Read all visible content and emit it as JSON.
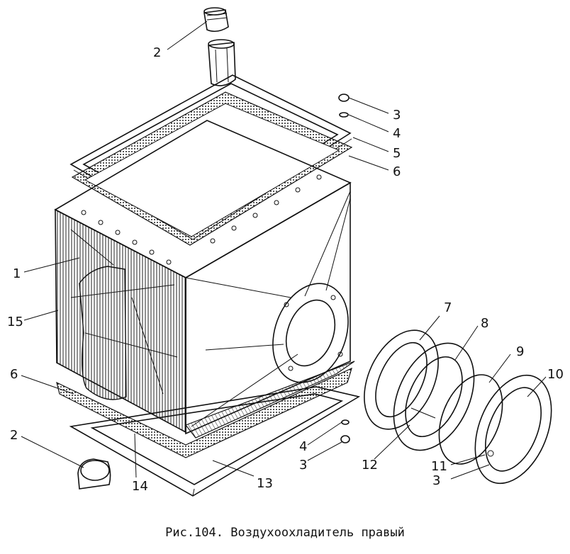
{
  "caption": "Рис.104. Воздухоохладитель правый",
  "callouts": {
    "c1": "1",
    "c2_top": "2",
    "c2_bottom": "2",
    "c3_top": "3",
    "c3_mid": "3",
    "c3_right": "3",
    "c4_top": "4",
    "c4_mid": "4",
    "c5": "5",
    "c6_right": "6",
    "c6_left": "6",
    "c7": "7",
    "c8": "8",
    "c9": "9",
    "c10": "10",
    "c11": "11",
    "c12": "12",
    "c13": "13",
    "c14": "14",
    "c15": "15"
  }
}
